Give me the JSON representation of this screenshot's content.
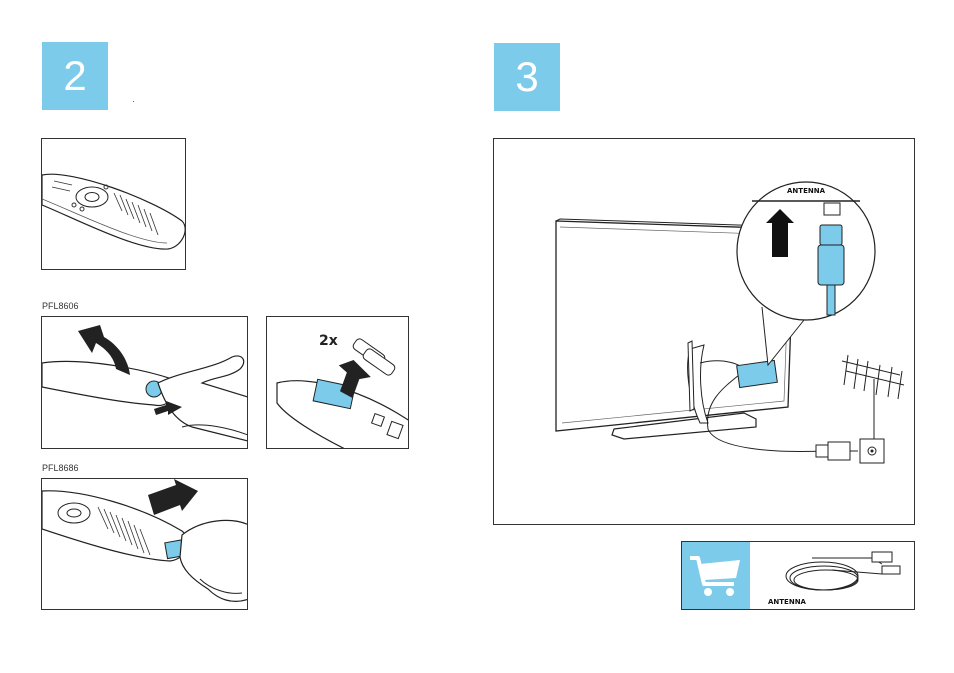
{
  "accent_color": "#7ccbea",
  "step2": {
    "number": "2",
    "model_a_label": "PFL8606",
    "model_b_label": "PFL8686",
    "batteries_count": "2x"
  },
  "step3": {
    "number": "3",
    "connector_label": "ANTENNA",
    "accessory_label": "ANTENNA",
    "shop_icon": "shopping-cart-icon"
  }
}
